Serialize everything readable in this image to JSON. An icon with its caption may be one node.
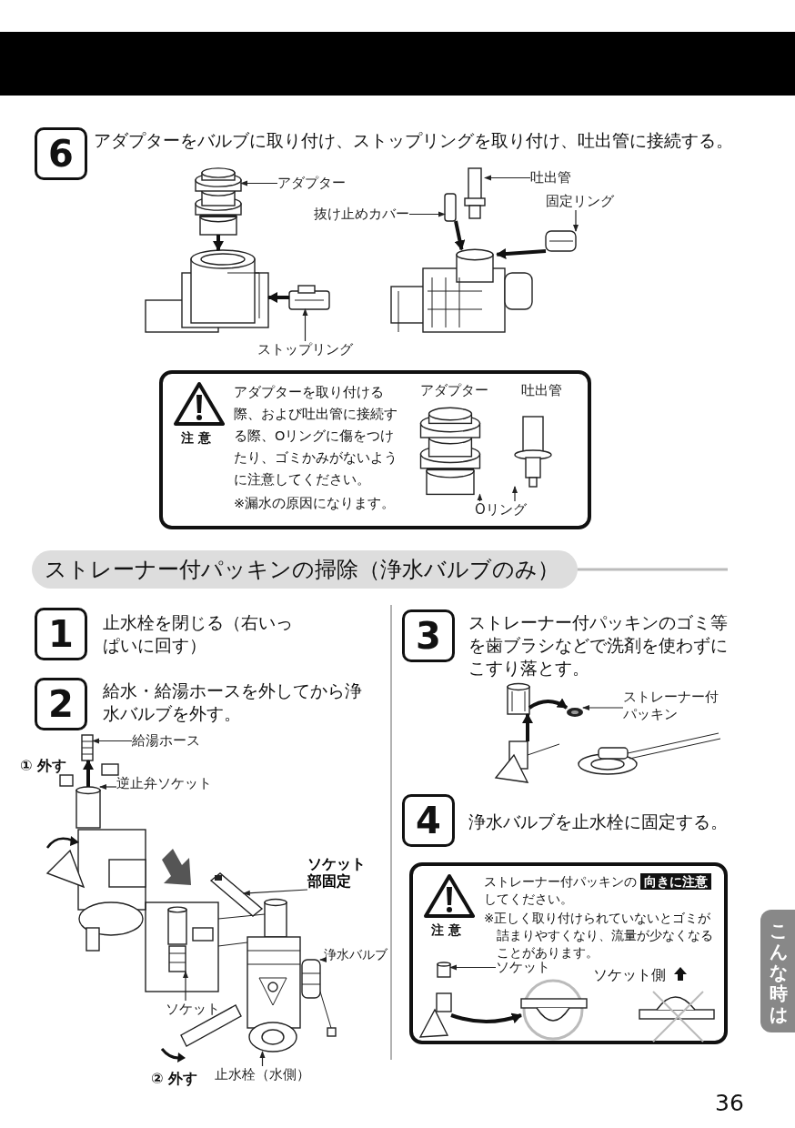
{
  "diagram": {
    "nodes": [
      {
        "text": [
          "6"
        ],
        "beside": [
          "アダプターをバルブに取り付け、ストップリングを取り付け、吐出管に接続する。"
        ]
      },
      {
        "text": [
          "アダプター"
        ]
      },
      {
        "text": [],
        "shape": "picture"
      },
      {
        "text": [],
        "shape": "picture"
      },
      {
        "text": [],
        "shape": "picture"
      },
      {
        "text": [
          "ストップリング"
        ]
      },
      {
        "text": [
          "抜け止めカバー"
        ]
      },
      {
        "text": [],
        "shape": "box"
      },
      {
        "text": [
          "吐出管"
        ]
      },
      {
        "text": [],
        "shape": "picture"
      },
      {
        "text": [
          "固定リング"
        ]
      },
      {
        "text": [],
        "shape": "picture"
      },
      {
        "text": [],
        "shape": "picture"
      },
      {
        "text": [
          "注 意",
          "アダプターを取り付ける際、および吐出管に接続する際、Oリングに傷をつけたり、ゴミかみがないように注意してください。",
          "※漏水の原因になります。"
        ]
      },
      {
        "text": [
          "アダプター"
        ],
        "in": 13
      },
      {
        "text": [
          "吐出管"
        ],
        "in": 13
      },
      {
        "text": [],
        "shape": "picture",
        "in": 13
      },
      {
        "text": [],
        "shape": "picture",
        "in": 13
      },
      {
        "text": [
          "Oリング"
        ],
        "in": 13
      },
      {
        "text": [
          "ストレーナー付パッキンの掃除（浄水バルブのみ）"
        ]
      },
      {
        "text": [
          "1"
        ],
        "beside": [
          "止水栓を閉じる（右いっぱいに回す）"
        ]
      },
      {
        "text": [
          "2"
        ],
        "beside": [
          "給水・給湯ホースを外してから浄水バルブを外す。"
        ]
      },
      {
        "text": [
          "給湯ホース"
        ]
      },
      {
        "text": [],
        "shape": "picture"
      },
      {
        "text": [
          "逆止弁ソケット"
        ]
      },
      {
        "text": [],
        "shape": "cylinder"
      },
      {
        "text": [
          "ソケット部固定"
        ]
      },
      {
        "text": [],
        "shape": "picture"
      },
      {
        "text": [
          "浄水バルブ"
        ]
      },
      {
        "text": [],
        "shape": "picture"
      },
      {
        "text": [],
        "shape": "picture"
      },
      {
        "text": [
          "ソケット"
        ]
      },
      {
        "text": [],
        "shape": "picture"
      },
      {
        "text": [
          "止水栓（水側）"
        ]
      },
      {
        "text": [
          "3"
        ],
        "beside": [
          "ストレーナー付パッキンのゴミ等を歯ブラシなどで洗剤を使わずにこすり落とす。"
        ]
      },
      {
        "text": [],
        "shape": "picture"
      },
      {
        "text": [],
        "shape": "picture"
      },
      {
        "text": [
          "ストレーナー付パッキン"
        ]
      },
      {
        "text": [],
        "shape": "picture"
      },
      {
        "text": [
          "4"
        ],
        "beside": [
          "浄水バルブを止水栓に固定する。"
        ]
      },
      {
        "text": [
          "注 意",
          "ストレーナー付パッキンの**向きに注意**してください。",
          "※正しく取り付けられていないとゴミが詰まりやすくなり、流量が少なくなることがあります。"
        ]
      },
      {
        "text": [],
        "shape": "cylinder",
        "in": 40
      },
      {
        "text": [
          "ソケット"
        ],
        "in": 40
      },
      {
        "text": [],
        "shape": "picture",
        "in": 40
      },
      {
        "text": [],
        "shape": "picture",
        "in": 40
      },
      {
        "text": [],
        "shape": "picture",
        "in": 40
      },
      {
        "text": [
          "こんな時は"
        ]
      }
    ],
    "edges": [
      {
        "from": 1,
        "to": 2,
        "arrow": "to"
      },
      {
        "from": 2,
        "to": 3,
        "arrow": "to",
        "style": "thick"
      },
      {
        "from": 4,
        "to": 3,
        "arrow": "to",
        "style": "thick"
      },
      {
        "from": 5,
        "to": 4,
        "arrow": "to"
      },
      {
        "from": 6,
        "to": 7,
        "arrow": "to"
      },
      {
        "from": 8,
        "to": 9,
        "arrow": "to"
      },
      {
        "from": 10,
        "to": 11,
        "arrow": "to"
      },
      {
        "from": 7,
        "to": 12,
        "arrow": "to",
        "style": "thick"
      },
      {
        "from": 11,
        "to": 12,
        "arrow": "to",
        "style": "thick"
      },
      {
        "from": 18,
        "to": 16,
        "arrow": "to"
      },
      {
        "from": 18,
        "to": 17,
        "arrow": "to"
      },
      {
        "from": 22,
        "to": 23,
        "arrow": "to"
      },
      {
        "from": 25,
        "to": 23,
        "arrow": "to",
        "style": "thick"
      },
      {
        "from": 24,
        "to": 25,
        "arrow": "to"
      },
      {
        "from": 26,
        "to": 27,
        "arrow": "to"
      },
      {
        "from": 28,
        "to": 29,
        "arrow": "to"
      },
      {
        "from": 31,
        "to": 30,
        "arrow": "to"
      },
      {
        "from": 33,
        "to": 32,
        "arrow": "to"
      },
      {
        "from": 35,
        "to": 36,
        "arrow": "to",
        "style": "thick"
      },
      {
        "from": 37,
        "to": 36,
        "arrow": "to"
      },
      {
        "from": 38,
        "to": 35,
        "arrow": "to",
        "style": "thick"
      },
      {
        "from": 42,
        "to": 41,
        "arrow": "to"
      },
      {
        "from": 43,
        "to": 44,
        "arrow": "to",
        "style": "thick"
      }
    ],
    "labels": [
      "① 外す",
      "② 外す",
      "ソケット側",
      "36"
    ]
  }
}
